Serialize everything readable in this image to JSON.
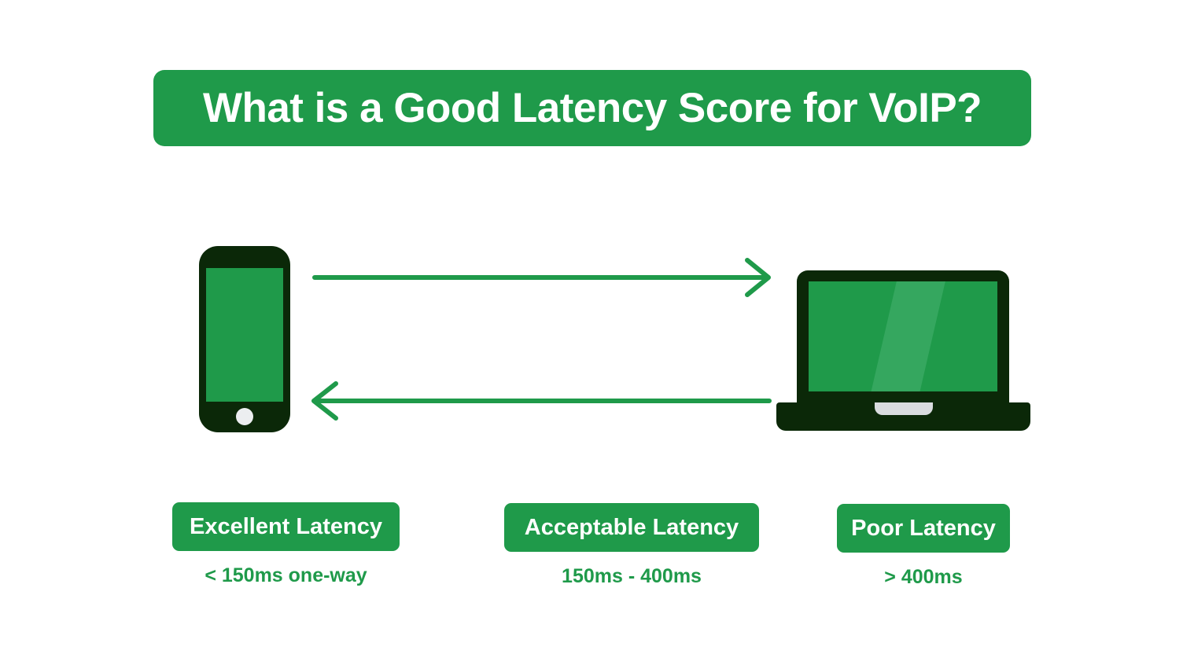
{
  "title": "What is a Good Latency Score for VoIP?",
  "colors": {
    "accent_green": "#1f9a4a",
    "device_dark_green": "#0b2808",
    "screen_glare_green": "#35a75f",
    "light_gray": "#d9dcdf",
    "background": "#ffffff",
    "text_on_green": "#ffffff"
  },
  "diagram": {
    "left_device": "smartphone",
    "right_device": "laptop",
    "arrow_top_direction": "right",
    "arrow_bottom_direction": "left"
  },
  "categories": [
    {
      "label": "Excellent Latency",
      "value": "< 150ms one-way"
    },
    {
      "label": "Acceptable Latency",
      "value": "150ms - 400ms"
    },
    {
      "label": "Poor Latency",
      "value": "> 400ms"
    }
  ]
}
